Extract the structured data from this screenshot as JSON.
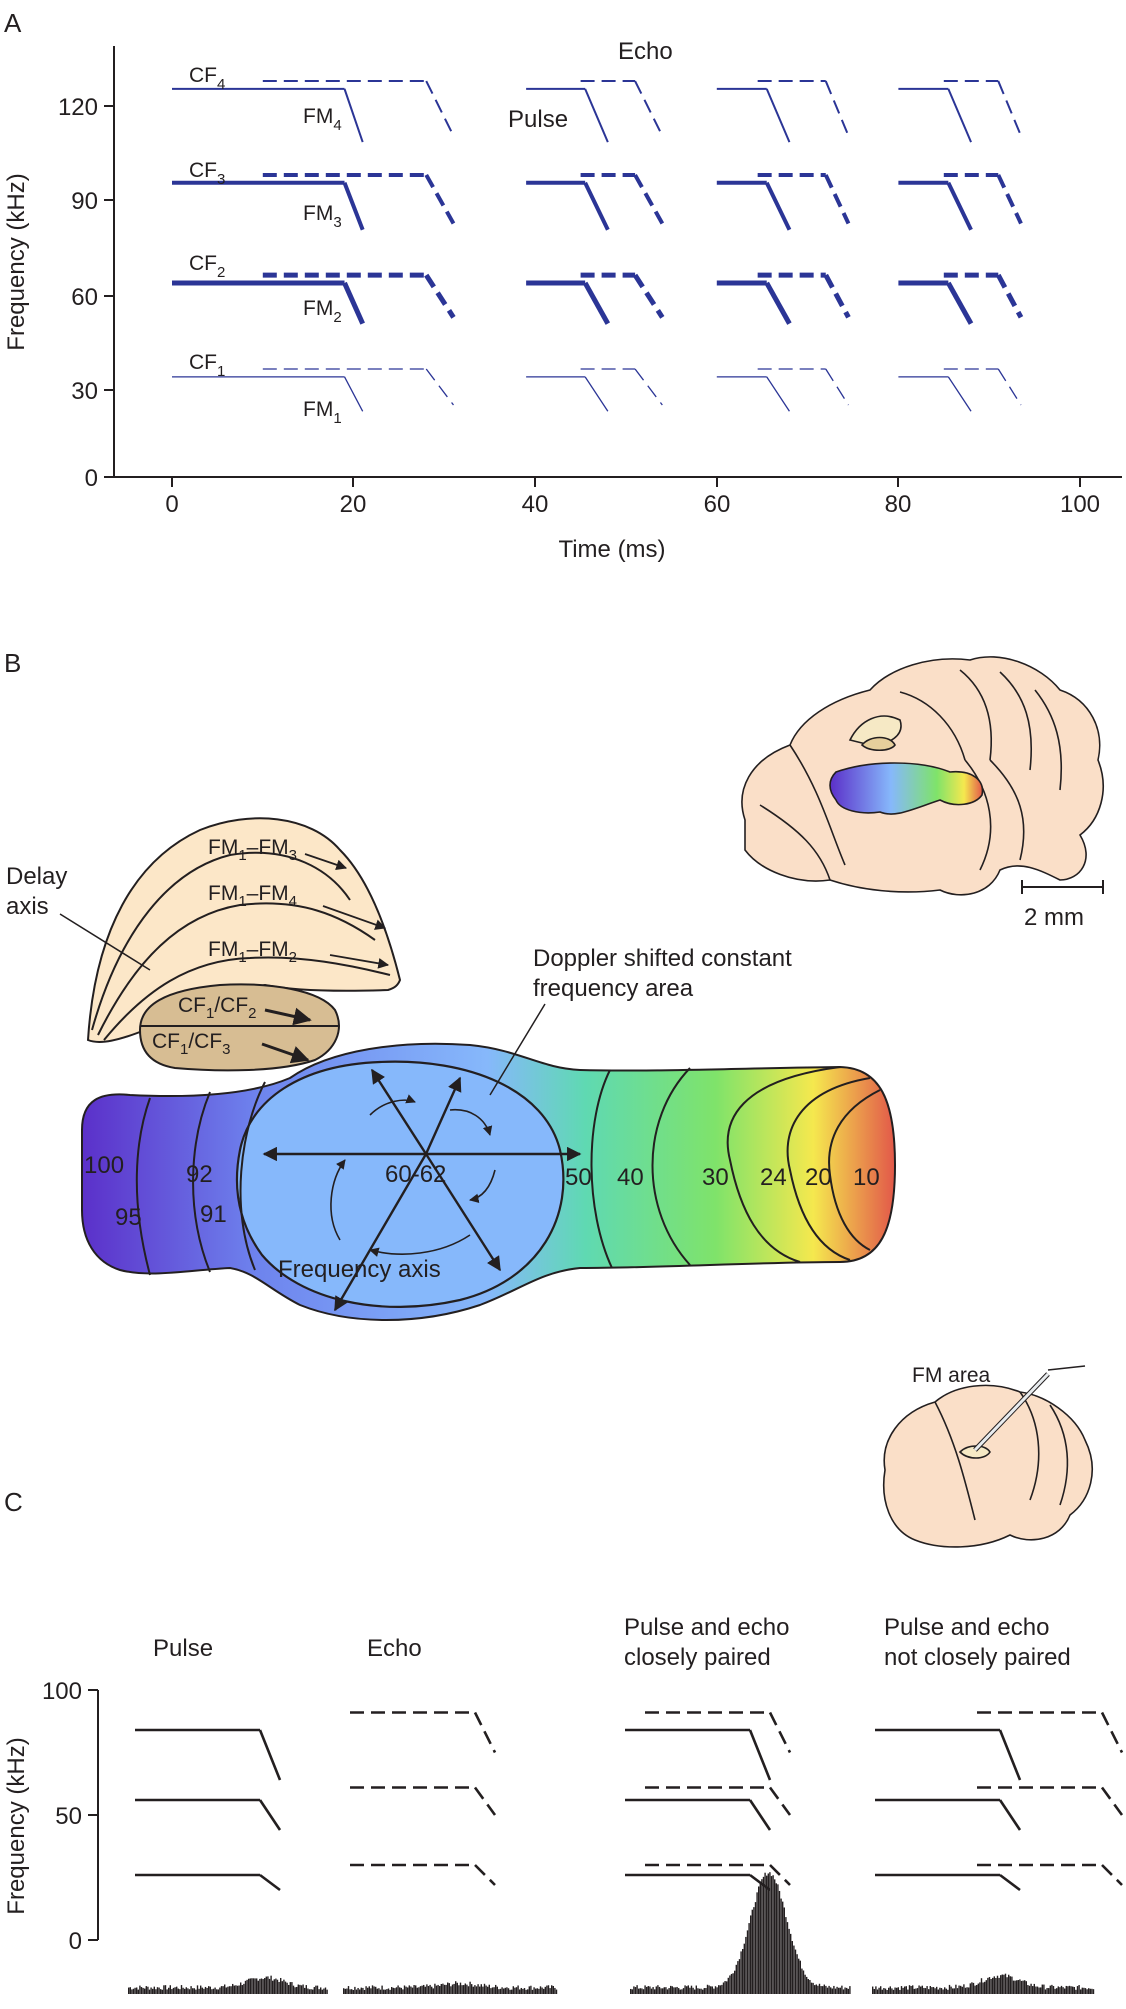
{
  "panel_a": {
    "label": "A",
    "ylabel": "Frequency (kHz)",
    "xlabel": "Time (ms)",
    "yticks": [
      "0",
      "30",
      "60",
      "90",
      "120"
    ],
    "xticks": [
      "0",
      "20",
      "40",
      "60",
      "80",
      "100"
    ],
    "echo_label": "Echo",
    "pulse_label": "Pulse",
    "cf_labels": [
      {
        "main": "CF",
        "sub": "4"
      },
      {
        "main": "CF",
        "sub": "3"
      },
      {
        "main": "CF",
        "sub": "2"
      },
      {
        "main": "CF",
        "sub": "1"
      }
    ],
    "fm_labels": [
      {
        "main": "FM",
        "sub": "4"
      },
      {
        "main": "FM",
        "sub": "3"
      },
      {
        "main": "FM",
        "sub": "2"
      },
      {
        "main": "FM",
        "sub": "1"
      }
    ],
    "color": "#2b3596"
  },
  "panel_b": {
    "label": "B",
    "delay_axis": "Delay\naxis",
    "delay_bands": [
      {
        "main": "FM",
        "s1": "1",
        "dash": "–FM",
        "s2": "3"
      },
      {
        "main": "FM",
        "s1": "1",
        "dash": "–FM",
        "s2": "4"
      },
      {
        "main": "FM",
        "s1": "1",
        "dash": "–FM",
        "s2": "2"
      }
    ],
    "cf_bands": [
      {
        "main": "CF",
        "s1": "1",
        "slash": "/CF",
        "s2": "2"
      },
      {
        "main": "CF",
        "s1": "1",
        "slash": "/CF",
        "s2": "3"
      }
    ],
    "dscf_label_1": "Doppler shifted constant",
    "dscf_label_2": "frequency area",
    "center_label": "60-62",
    "frequency_axis": "Frequency axis",
    "contour_labels": [
      "100",
      "95",
      "92",
      "91",
      "50",
      "40",
      "30",
      "24",
      "20",
      "10"
    ],
    "scale_bar": "2 mm",
    "fm_area": "FM area"
  },
  "panel_c": {
    "label": "C",
    "ylabel": "Frequency (kHz)",
    "yticks": [
      "0",
      "50",
      "100"
    ],
    "conditions": [
      {
        "line1": "Pulse",
        "line2": ""
      },
      {
        "line1": "Echo",
        "line2": ""
      },
      {
        "line1": "Pulse and echo",
        "line2": "closely paired"
      },
      {
        "line1": "Pulse and echo",
        "line2": "not closely paired"
      }
    ]
  }
}
